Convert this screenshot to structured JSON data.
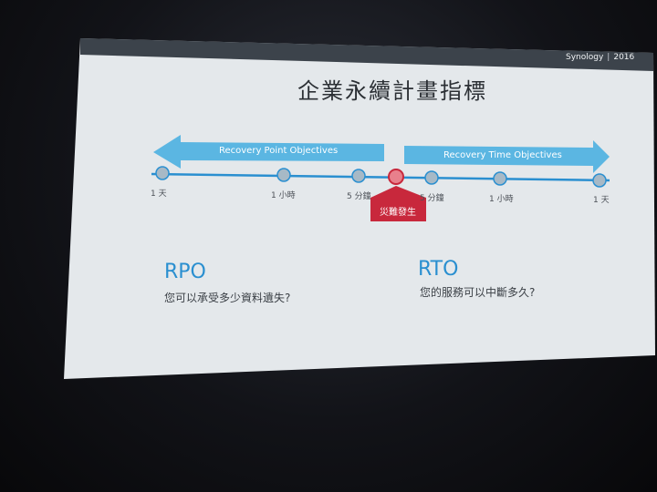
{
  "brand": {
    "name": "Synology",
    "year": "2016"
  },
  "title": "企業永續計畫指標",
  "timeline": {
    "rpo_arrow_label": "Recovery Point Objectives",
    "rto_arrow_label": "Recovery Time Objectives",
    "left_ticks": [
      "1 天",
      "1 小時",
      "5 分鐘"
    ],
    "right_ticks": [
      "5 分鐘",
      "1 小時",
      "1 天"
    ],
    "event_label": "災難發生"
  },
  "rpo": {
    "heading": "RPO",
    "question": "您可以承受多少資料遺失?"
  },
  "rto": {
    "heading": "RTO",
    "question": "您的服務可以中斷多久?"
  },
  "colors": {
    "accent_blue": "#2a8fd0",
    "arrow_blue": "#5bb6e2",
    "disaster_red": "#c8283c",
    "node_fill": "#a7b9c6",
    "slide_bg": "#e6eaed"
  }
}
